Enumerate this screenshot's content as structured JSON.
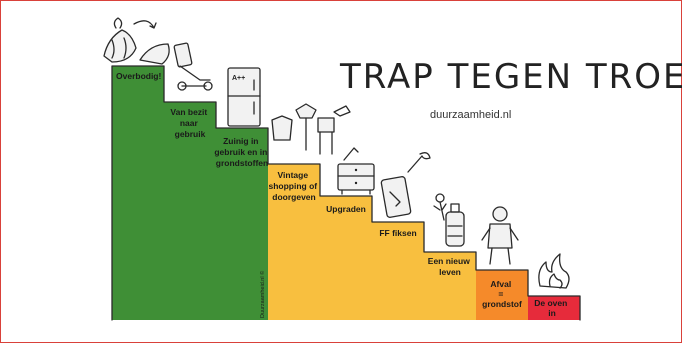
{
  "title": "TRAP TEGEN TROEP",
  "subtitle": "duurzaamheid.nl",
  "credit": "Duurzaamheid.nl ©",
  "colors": {
    "green": "#3f8f36",
    "yellow": "#f8bf3f",
    "orange": "#f58a2a",
    "red": "#e62b3b",
    "border": "#d9413a"
  },
  "steps": [
    {
      "lines": [
        "Overbodig!"
      ],
      "color": "green"
    },
    {
      "lines": [
        "Van bezit",
        "naar",
        "gebruik"
      ],
      "color": "green"
    },
    {
      "lines": [
        "Zuinig in",
        "gebruik en in",
        "grondstoffen"
      ],
      "color": "green"
    },
    {
      "lines": [
        "Vintage",
        "shopping of",
        "doorgeven"
      ],
      "color": "yellow"
    },
    {
      "lines": [
        "Upgraden"
      ],
      "color": "yellow"
    },
    {
      "lines": [
        "FF fiksen"
      ],
      "color": "yellow"
    },
    {
      "lines": [
        "Een nieuw",
        "leven"
      ],
      "color": "yellow"
    },
    {
      "lines": [
        "Afval",
        "=",
        "grondstof"
      ],
      "color": "orange"
    },
    {
      "lines": [
        "De oven",
        "in"
      ],
      "color": "red"
    }
  ],
  "icons": [
    "bananas-icon",
    "scooter-phone-icon",
    "fridge-icon",
    "furniture-icon",
    "dresser-icon",
    "phone-repair-icon",
    "bottle-flower-icon",
    "worker-icon",
    "fire-icon"
  ]
}
